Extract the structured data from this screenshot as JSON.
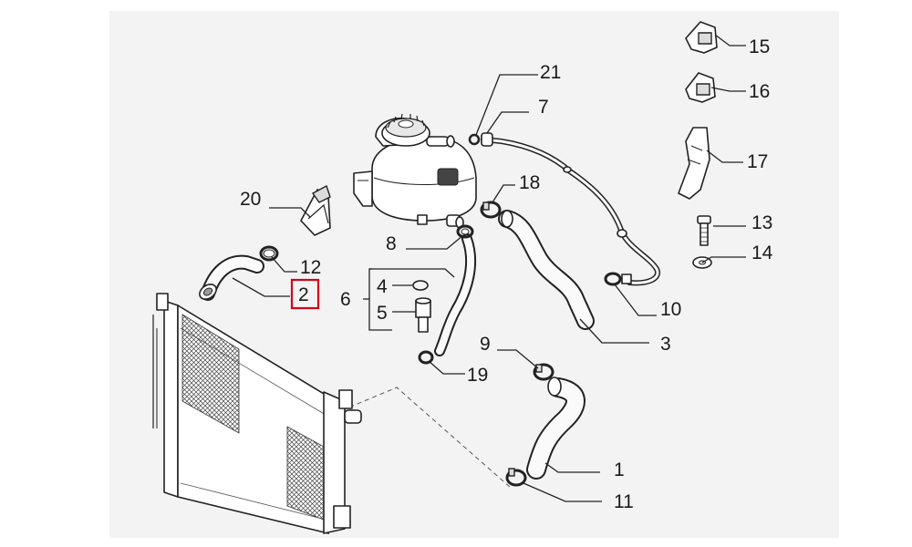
{
  "callouts": [
    {
      "id": "1",
      "label": "1"
    },
    {
      "id": "2",
      "label": "2",
      "highlighted": true
    },
    {
      "id": "3",
      "label": "3"
    },
    {
      "id": "4",
      "label": "4"
    },
    {
      "id": "5",
      "label": "5"
    },
    {
      "id": "6",
      "label": "6"
    },
    {
      "id": "7",
      "label": "7"
    },
    {
      "id": "8",
      "label": "8"
    },
    {
      "id": "9",
      "label": "9"
    },
    {
      "id": "10",
      "label": "10"
    },
    {
      "id": "11",
      "label": "11"
    },
    {
      "id": "12",
      "label": "12"
    },
    {
      "id": "13",
      "label": "13"
    },
    {
      "id": "14",
      "label": "14"
    },
    {
      "id": "15",
      "label": "15"
    },
    {
      "id": "16",
      "label": "16"
    },
    {
      "id": "17",
      "label": "17"
    },
    {
      "id": "18",
      "label": "18"
    },
    {
      "id": "19",
      "label": "19"
    },
    {
      "id": "20",
      "label": "20"
    },
    {
      "id": "21",
      "label": "21"
    }
  ],
  "colors": {
    "highlight": "#d0021b",
    "line": "#222222",
    "background": "#ffffff",
    "panel": "#f3f3f3"
  }
}
